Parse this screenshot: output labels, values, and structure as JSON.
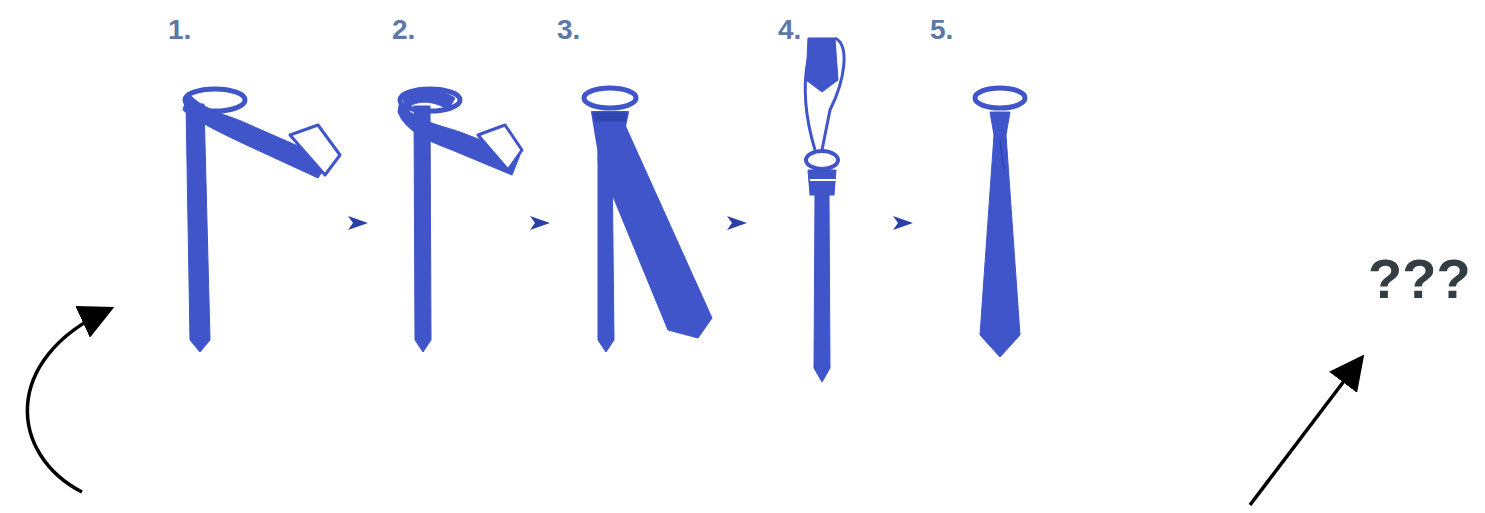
{
  "diagram": {
    "labels": [
      "1.",
      "2.",
      "3.",
      "4.",
      "5.",
      "???"
    ]
  }
}
